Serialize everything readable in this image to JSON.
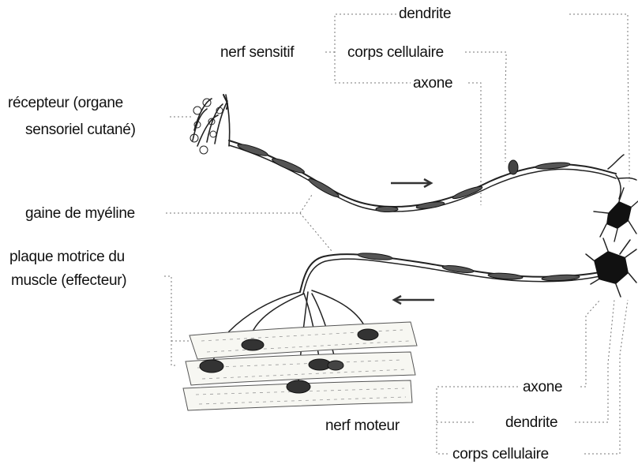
{
  "labels": {
    "nerf_sensitif": "nerf sensitif",
    "dendrite_top": "dendrite",
    "corps_cellulaire_top": "corps cellulaire",
    "axone_top": "axone",
    "recepteur_line1": "récepteur (organe",
    "recepteur_line2": "sensoriel cutané)",
    "gaine": "gaine de myéline",
    "plaque_line1": "plaque motrice du",
    "plaque_line2": "muscle (effecteur)",
    "nerf_moteur": "nerf moteur",
    "axone_bottom": "axone",
    "dendrite_bottom": "dendrite",
    "corps_cellulaire_bottom": "corps cellulaire"
  },
  "colors": {
    "ink": "#111111",
    "leader": "#777777",
    "background": "#ffffff"
  }
}
